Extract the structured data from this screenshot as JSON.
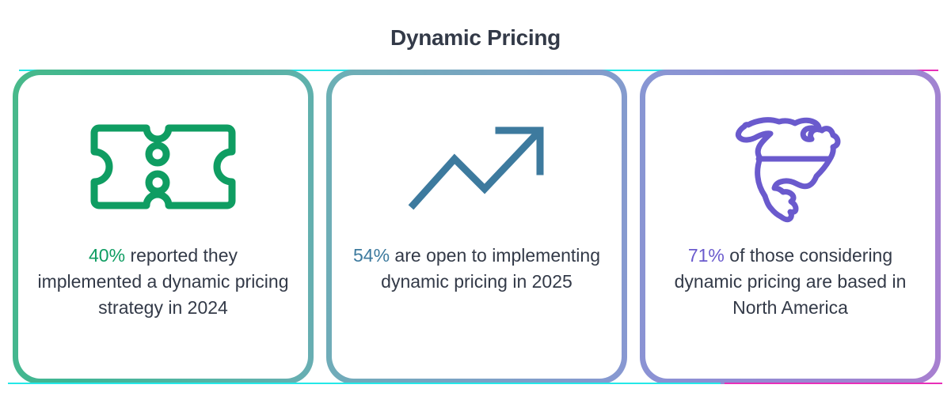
{
  "header": {
    "title": "Dynamic Pricing"
  },
  "colors": {
    "title_text": "#333a48",
    "body_text": "#333a48",
    "accent_green": "#0f9d62",
    "accent_blue": "#3d7a9e",
    "accent_purple": "#6a5acd",
    "card1_border_start": "#49b98a",
    "card1_border_end": "#69aeb3",
    "card2_border_start": "#6bb0b4",
    "card2_border_end": "#8898d2",
    "card3_border_start": "#8897d3",
    "card3_border_end": "#a87fd0",
    "hairline_cyan": "#24e8e8",
    "hairline_magenta": "#e82fb8",
    "card_background": "#ffffff",
    "page_background": "#ffffff"
  },
  "cards": [
    {
      "id": "dynamic-pricing-implemented-2024",
      "icon": "ticket-icon",
      "icon_color": "#0f9d62",
      "percent": "40%",
      "text": " reported they implemented a dynamic pricing strategy in 2024",
      "full_text": "40% reported they implemented a dynamic pricing strategy in 2024"
    },
    {
      "id": "open-to-dynamic-pricing-2025",
      "icon": "trending-up-arrow-icon",
      "icon_color": "#3d7a9e",
      "percent": "54%",
      "text": " are open to implementing dynamic pricing in 2025",
      "full_text": "54% are open to implementing dynamic pricing in 2025"
    },
    {
      "id": "north-america-based",
      "icon": "north-america-map-icon",
      "icon_color": "#6a5acd",
      "percent": "71%",
      "text": " of those considering dynamic pricing are based in North America",
      "full_text": "71% of those considering dynamic pricing are based in North America"
    }
  ]
}
